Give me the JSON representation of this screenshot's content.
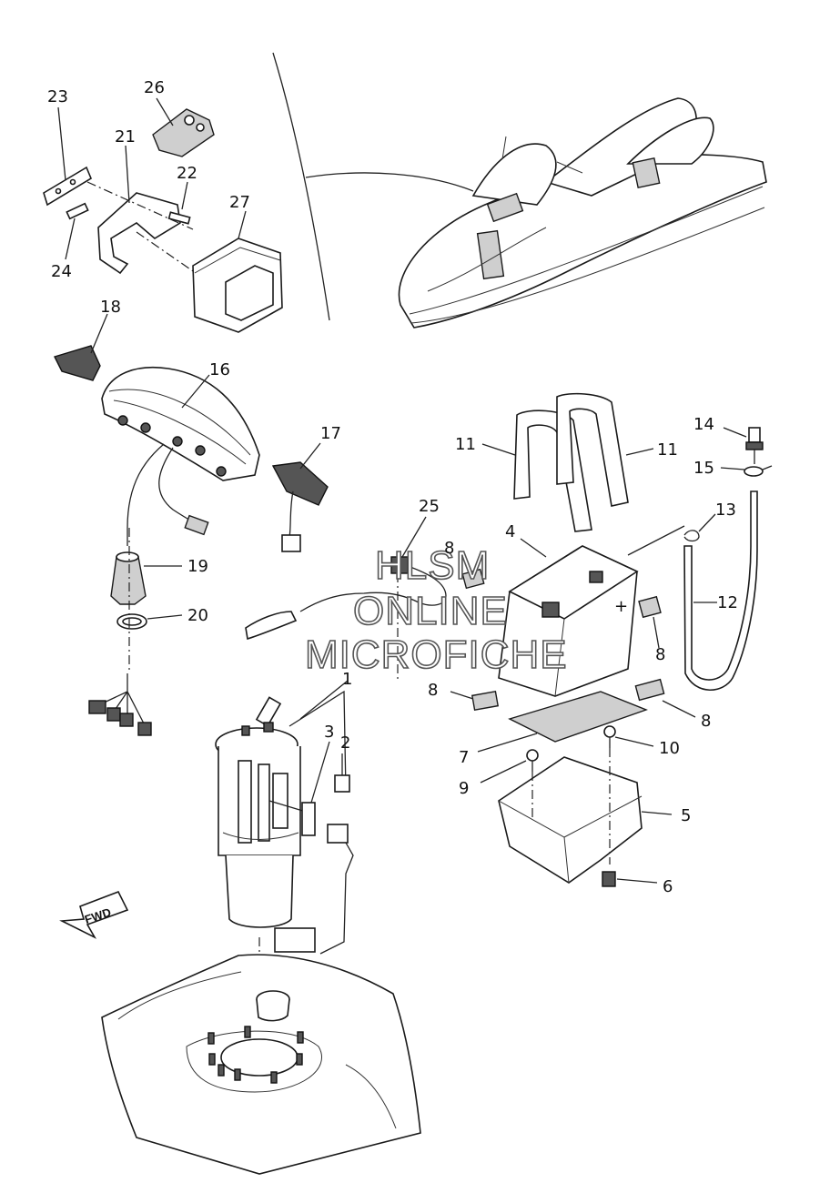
{
  "labels": {
    "p1": "1",
    "p2": "2",
    "p3": "3",
    "p4": "4",
    "p5": "5",
    "p6": "6",
    "p7": "7",
    "p8a": "8",
    "p8b": "8",
    "p8c": "8",
    "p8d": "8",
    "p9": "9",
    "p10": "10",
    "p11a": "11",
    "p11b": "11",
    "p12": "12",
    "p13": "13",
    "p14": "14",
    "p15": "15",
    "p16": "16",
    "p17": "17",
    "p18": "18",
    "p19": "19",
    "p20": "20",
    "p21": "21",
    "p22": "22",
    "p23": "23",
    "p24": "24",
    "p25": "25",
    "p26": "26",
    "p27": "27"
  },
  "watermark": {
    "line1": "HLSM",
    "line2": "ONLINE",
    "line3": "MICROFICHE"
  },
  "fwd_label": "FWD"
}
